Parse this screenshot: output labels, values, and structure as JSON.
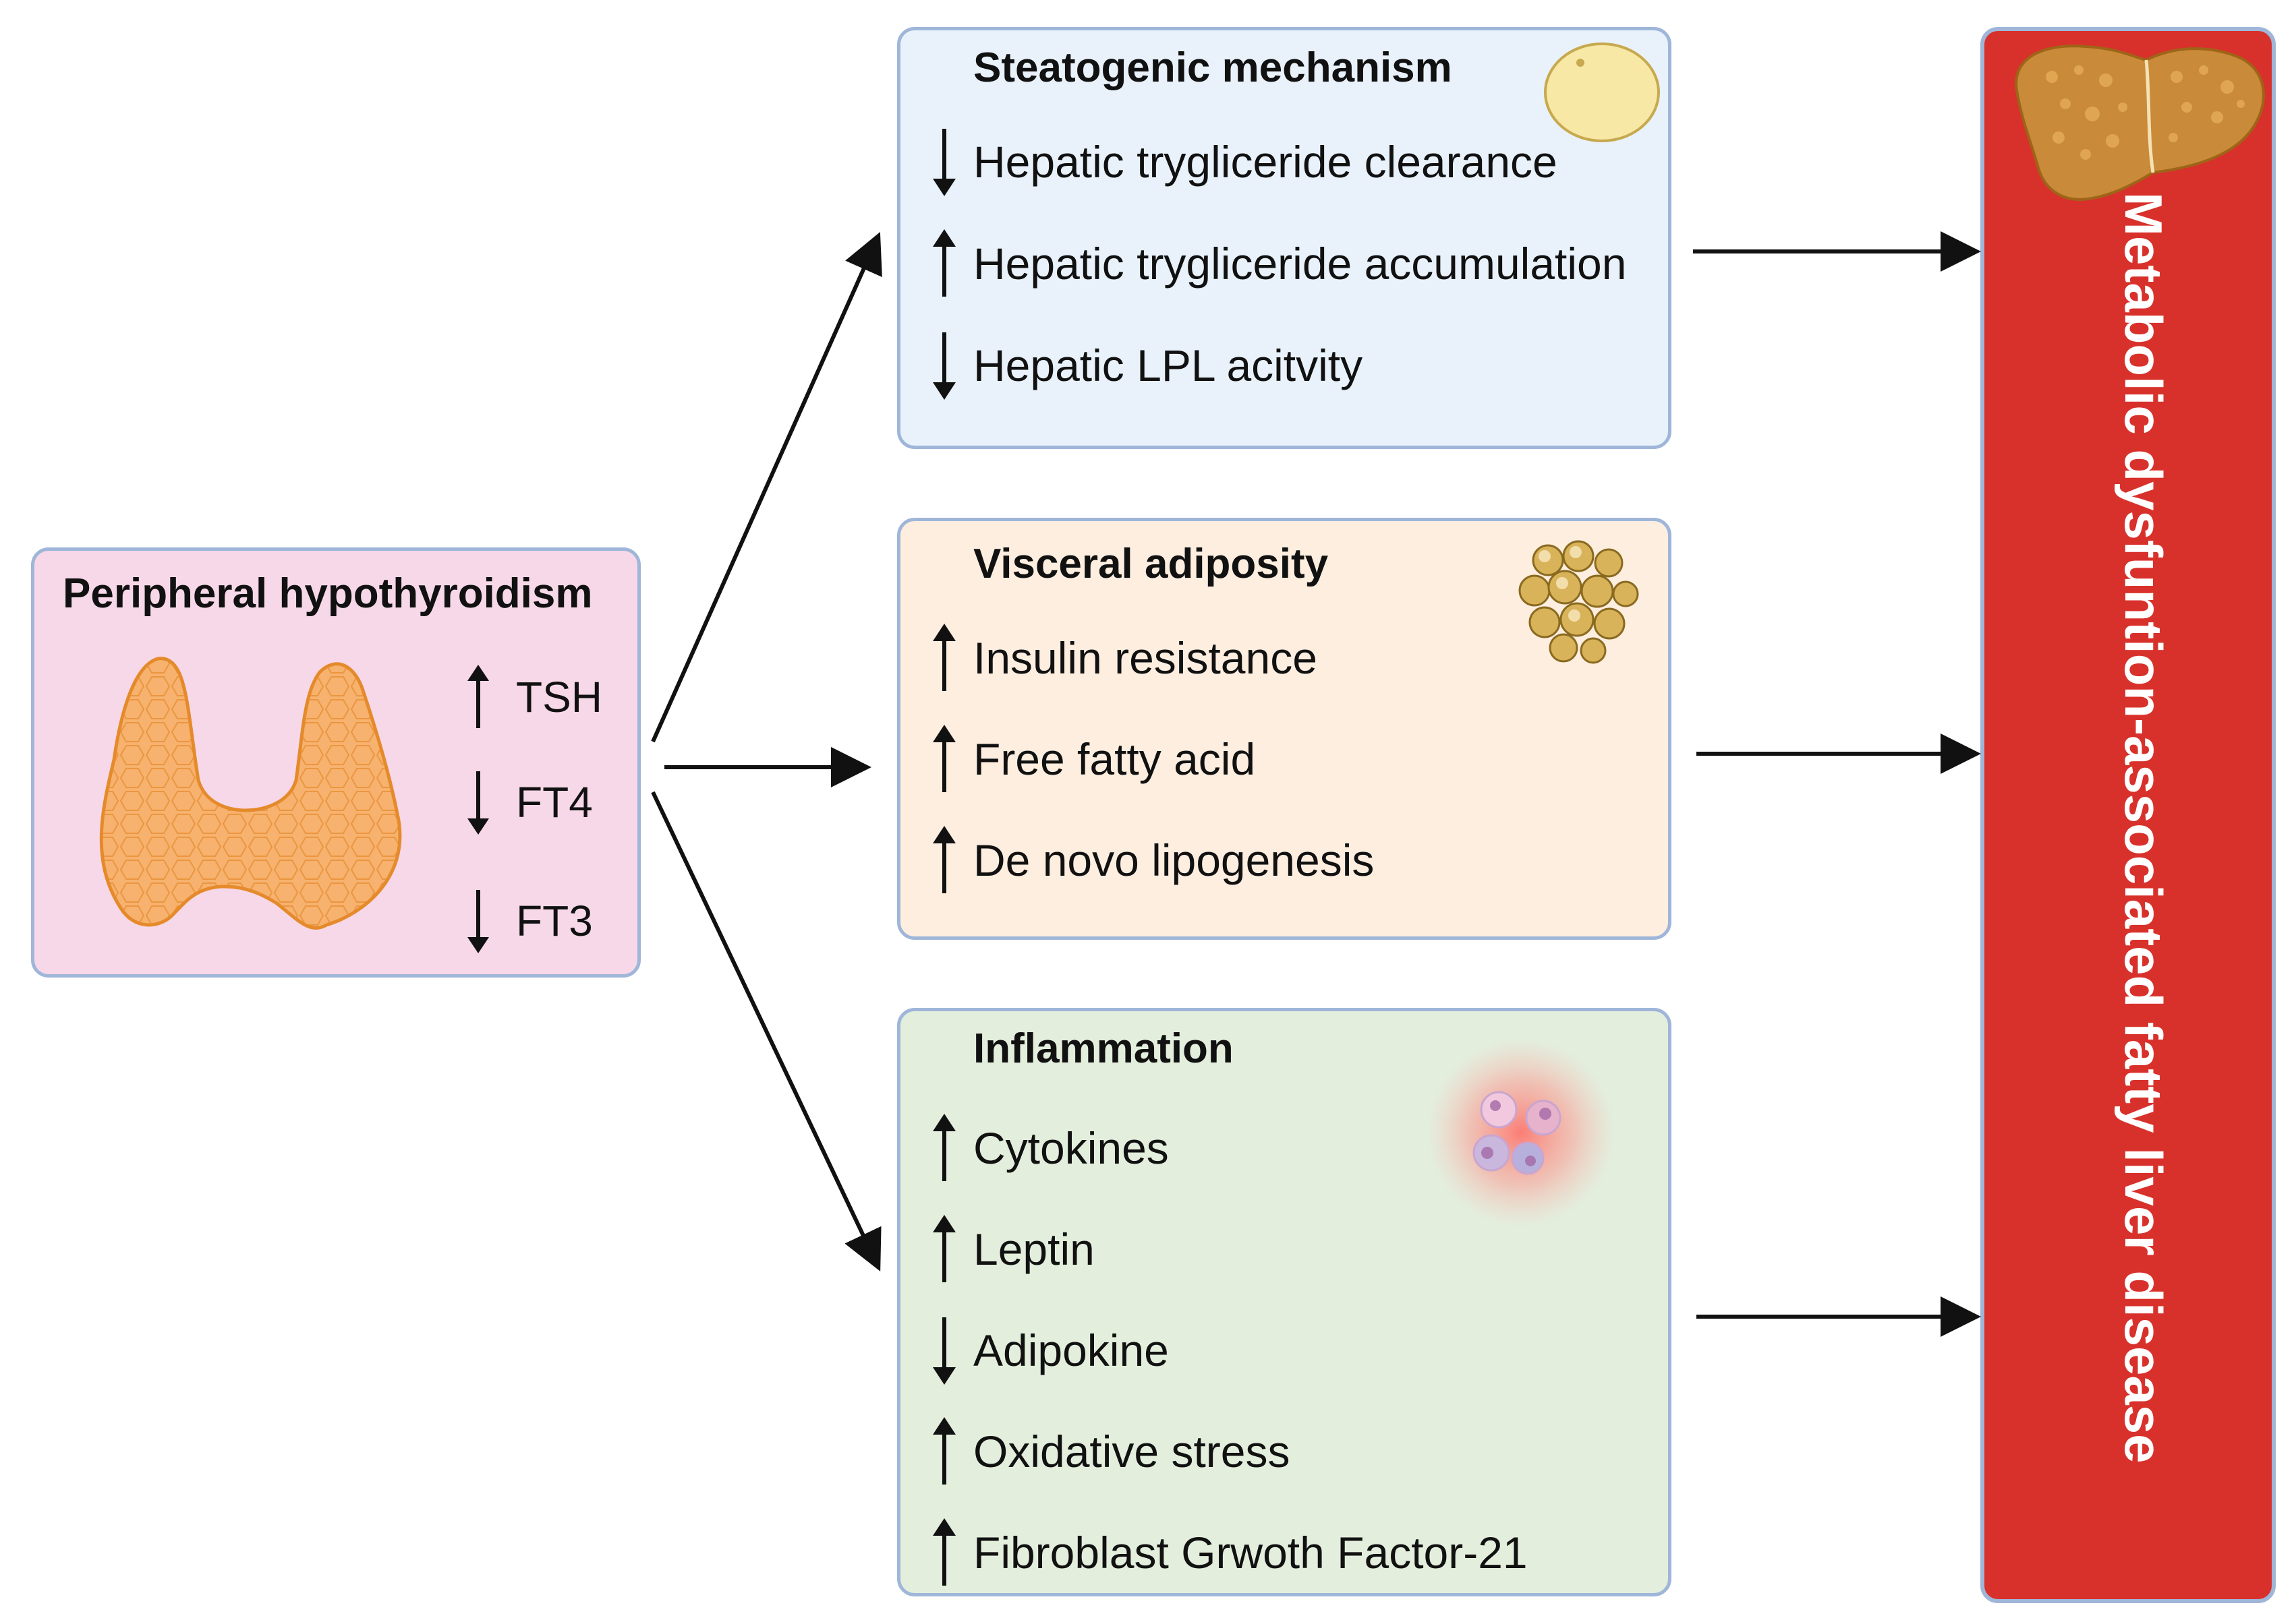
{
  "source": {
    "title": "Peripheral hypothyroidism",
    "markers": [
      {
        "direction": "up",
        "label": "TSH"
      },
      {
        "direction": "down",
        "label": "FT4"
      },
      {
        "direction": "down",
        "label": "FT3"
      }
    ]
  },
  "mechanisms": [
    {
      "title": "Steatogenic mechanism",
      "items": [
        {
          "direction": "down",
          "label": "Hepatic trygliceride clearance"
        },
        {
          "direction": "up",
          "label": "Hepatic trygliceride accumulation"
        },
        {
          "direction": "down",
          "label": "Hepatic LPL acitvity"
        }
      ]
    },
    {
      "title": "Visceral adiposity",
      "items": [
        {
          "direction": "up",
          "label": "Insulin resistance"
        },
        {
          "direction": "up",
          "label": "Free fatty acid"
        },
        {
          "direction": "up",
          "label": "De novo lipogenesis"
        }
      ]
    },
    {
      "title": "Inflammation",
      "items": [
        {
          "direction": "up",
          "label": "Cytokines"
        },
        {
          "direction": "up",
          "label": "Leptin"
        },
        {
          "direction": "down",
          "label": "Adipokine"
        },
        {
          "direction": "up",
          "label": "Oxidative stress"
        },
        {
          "direction": "up",
          "label": "Fibroblast Grwoth Factor-21"
        }
      ]
    }
  ],
  "outcome": {
    "label": "Metabolic dysfuntion-associated fatty liver disease"
  },
  "colors": {
    "source_bg": "#f7d8e8",
    "steatogenic_bg": "#e9f2fb",
    "adiposity_bg": "#fdeee0",
    "inflammation_bg": "#e3eedd",
    "outcome_bg": "#d8312b",
    "border": "#9fb6d9"
  }
}
